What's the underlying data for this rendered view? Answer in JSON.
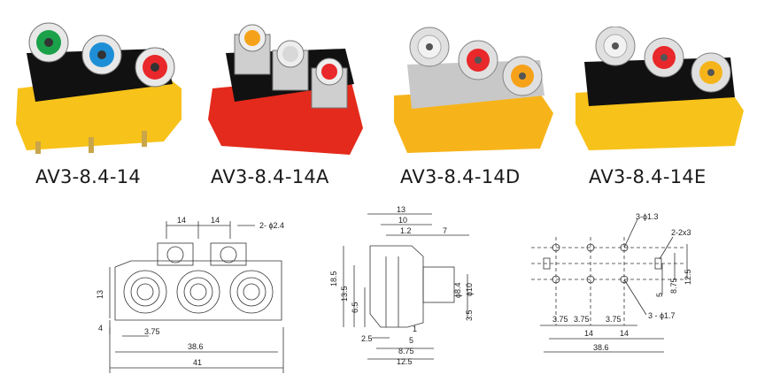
{
  "products": [
    {
      "model": "AV3-8.4-14",
      "body": "#f7c21a",
      "jacks": [
        "#1aa14a",
        "#1e8fd6",
        "#e8282a"
      ],
      "top": "#111111"
    },
    {
      "model": "AV3-8.4-14A",
      "body": "#e42a1c",
      "jacks": [
        "#f5a21a",
        "#d8d8d8",
        "#e8282a"
      ],
      "top": "#111111"
    },
    {
      "model": "AV3-8.4-14D",
      "body": "#f7b41a",
      "jacks": [
        "#f2f2f2",
        "#e8282a",
        "#f5a21a"
      ],
      "top": "#c8c8c8"
    },
    {
      "model": "AV3-8.4-14E",
      "body": "#f7c21a",
      "jacks": [
        "#f2f2f2",
        "#e8282a",
        "#f5b41a"
      ],
      "top": "#111111"
    }
  ],
  "front_view": {
    "dims": [
      "14",
      "14",
      "2- ϕ2.4",
      "13",
      "4",
      "3.75",
      "38.6",
      "41"
    ]
  },
  "side_view": {
    "dims": [
      "13",
      "10",
      "1.2",
      "7",
      "18.5",
      "13.5",
      "6.5",
      "ϕ8.4",
      "ϕ10",
      "3.5",
      "1",
      "5",
      "2.5",
      "8.75",
      "12.5"
    ]
  },
  "pcb_view": {
    "dims": [
      "3-ϕ1.3",
      "2-2x3",
      "8.75",
      "12.5",
      "5",
      "3.75",
      "3.75",
      "3.75",
      "3 - ϕ1.7",
      "14",
      "14",
      "38.6"
    ]
  }
}
